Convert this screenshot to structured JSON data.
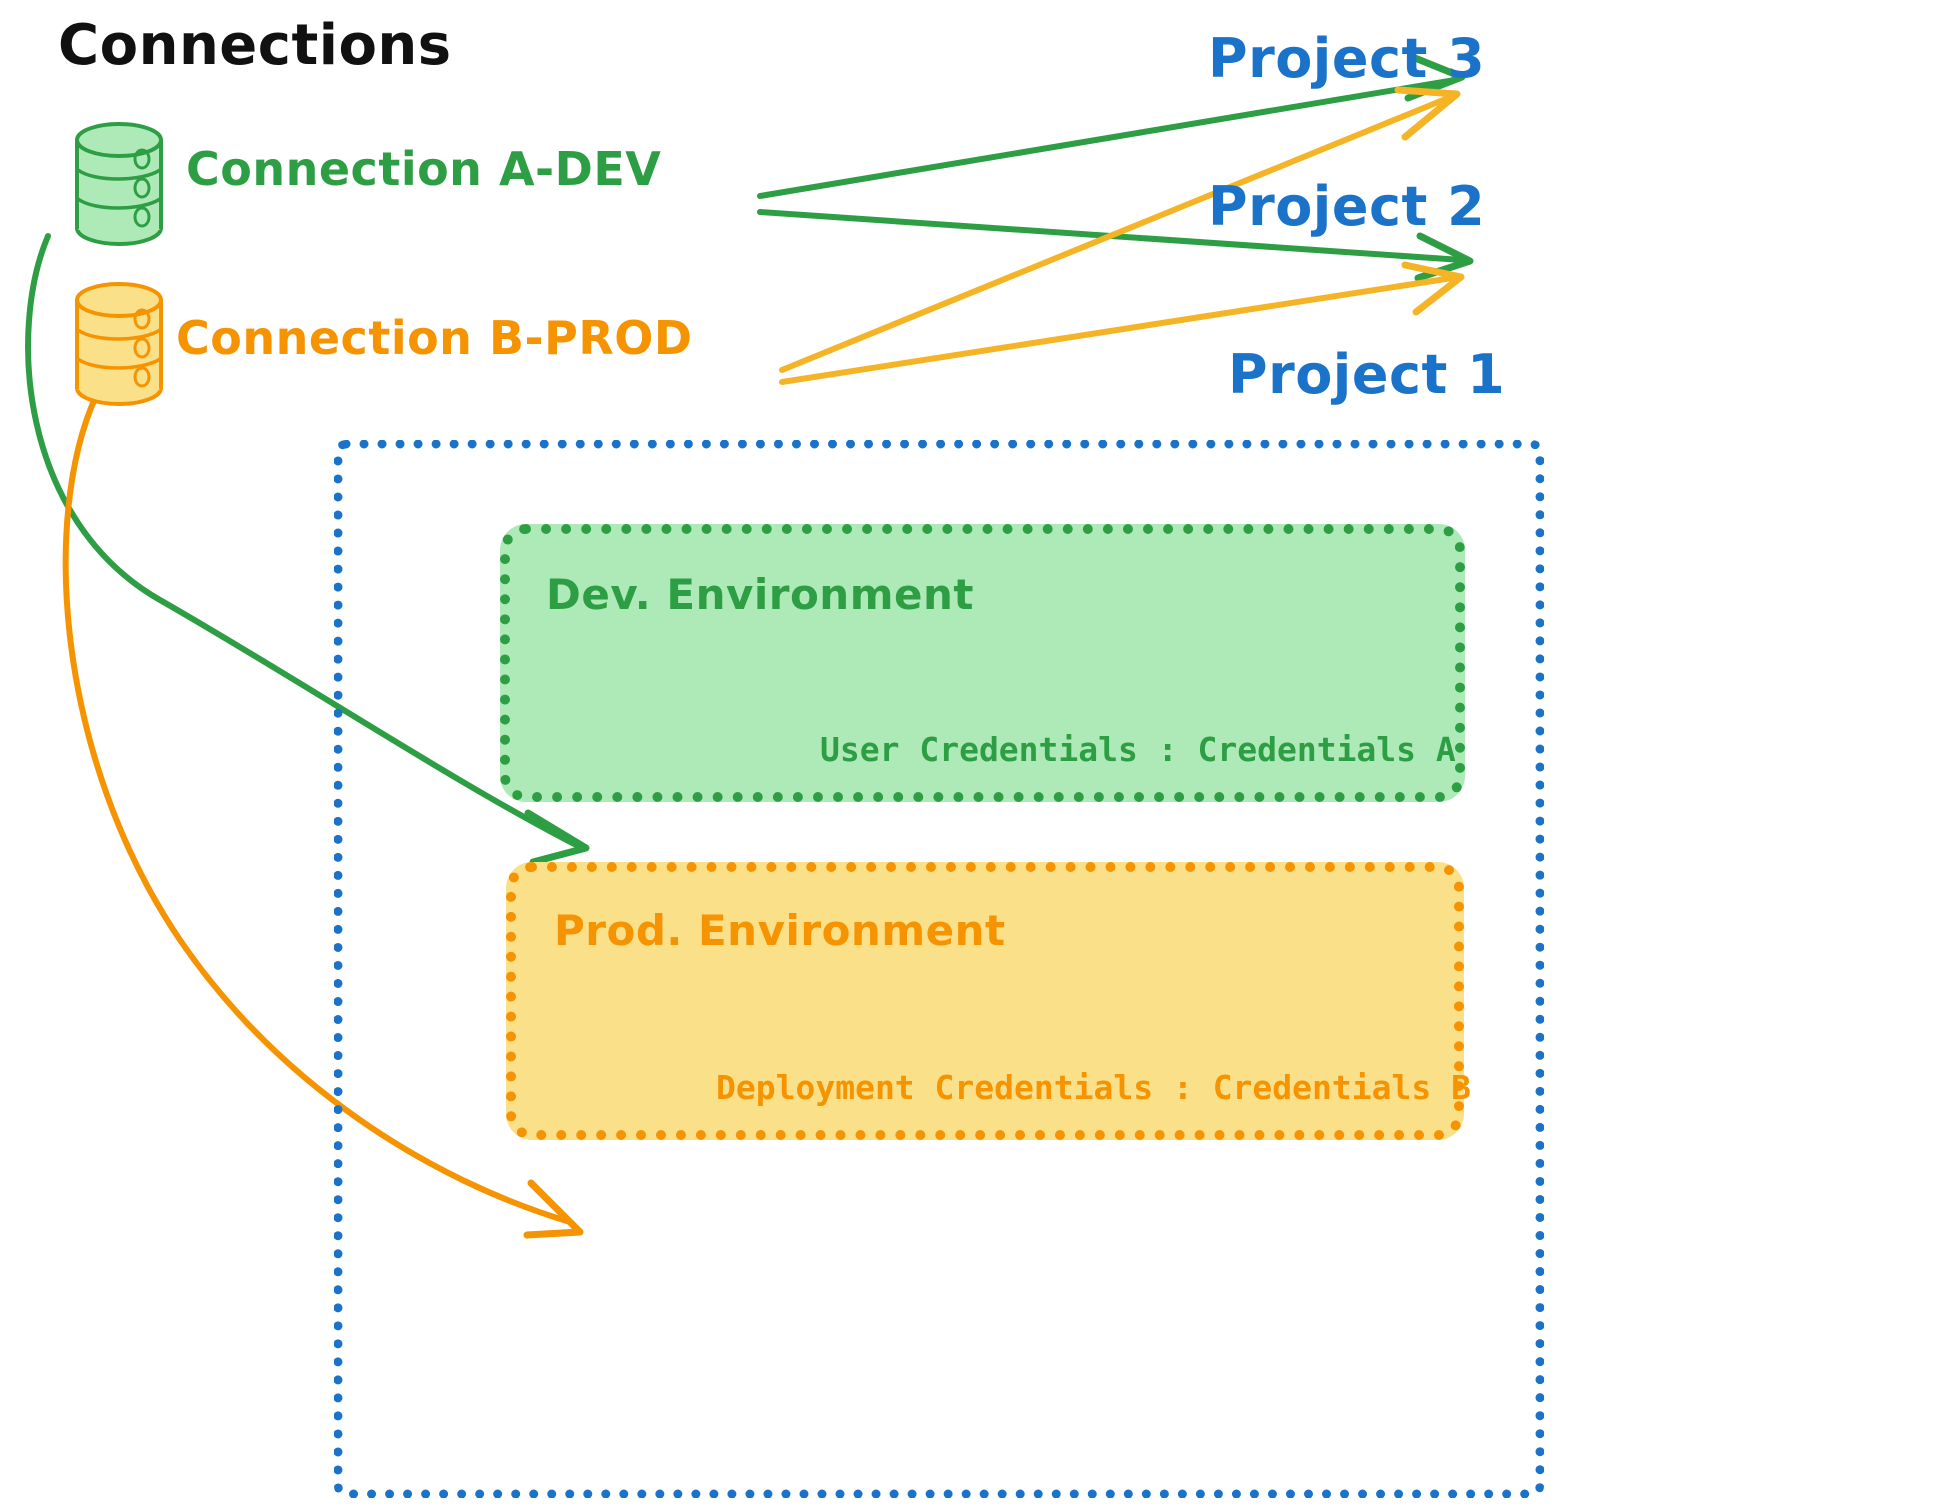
{
  "diagram": {
    "title": "Connections",
    "title_color": "#111111",
    "background": "#ffffff"
  },
  "connections": [
    {
      "id": "connection-a-dev",
      "label": "Connection A-DEV",
      "color": "#2e9e45",
      "icon": "database-cylinder-icon",
      "targets": [
        "Project 3",
        "Project 2",
        "Dev. Environment"
      ]
    },
    {
      "id": "connection-b-prod",
      "label": "Connection B-PROD",
      "color": "#f59300",
      "icon": "database-cylinder-icon",
      "targets": [
        "Project 3",
        "Project 2",
        "Prod. Environment"
      ]
    }
  ],
  "projects": [
    {
      "id": "project-3",
      "label": "Project 3",
      "color": "#1a73c8"
    },
    {
      "id": "project-2",
      "label": "Project 2",
      "color": "#1a73c8"
    },
    {
      "id": "project-1",
      "label": "Project 1",
      "color": "#1a73c8"
    }
  ],
  "project1": {
    "label": "Project 1",
    "border_color": "#1a73c8",
    "environments": [
      {
        "id": "dev-environment",
        "title": "Dev. Environment",
        "credential_label": "User Credentials : Credentials A",
        "fill": "#aeeab8",
        "border_color": "#2e9e45",
        "text_color": "#2e9e45"
      },
      {
        "id": "prod-environment",
        "title": "Prod. Environment",
        "credential_label": "Deployment Credentials : Credentials B",
        "fill": "#fbe08a",
        "border_color": "#f59300",
        "text_color": "#f59300"
      }
    ]
  },
  "palette": {
    "green": "#2e9e45",
    "green_fill": "#aeeab8",
    "orange": "#f59300",
    "orange_fill": "#fbe08a",
    "blue": "#1a73c8",
    "black": "#111111"
  }
}
